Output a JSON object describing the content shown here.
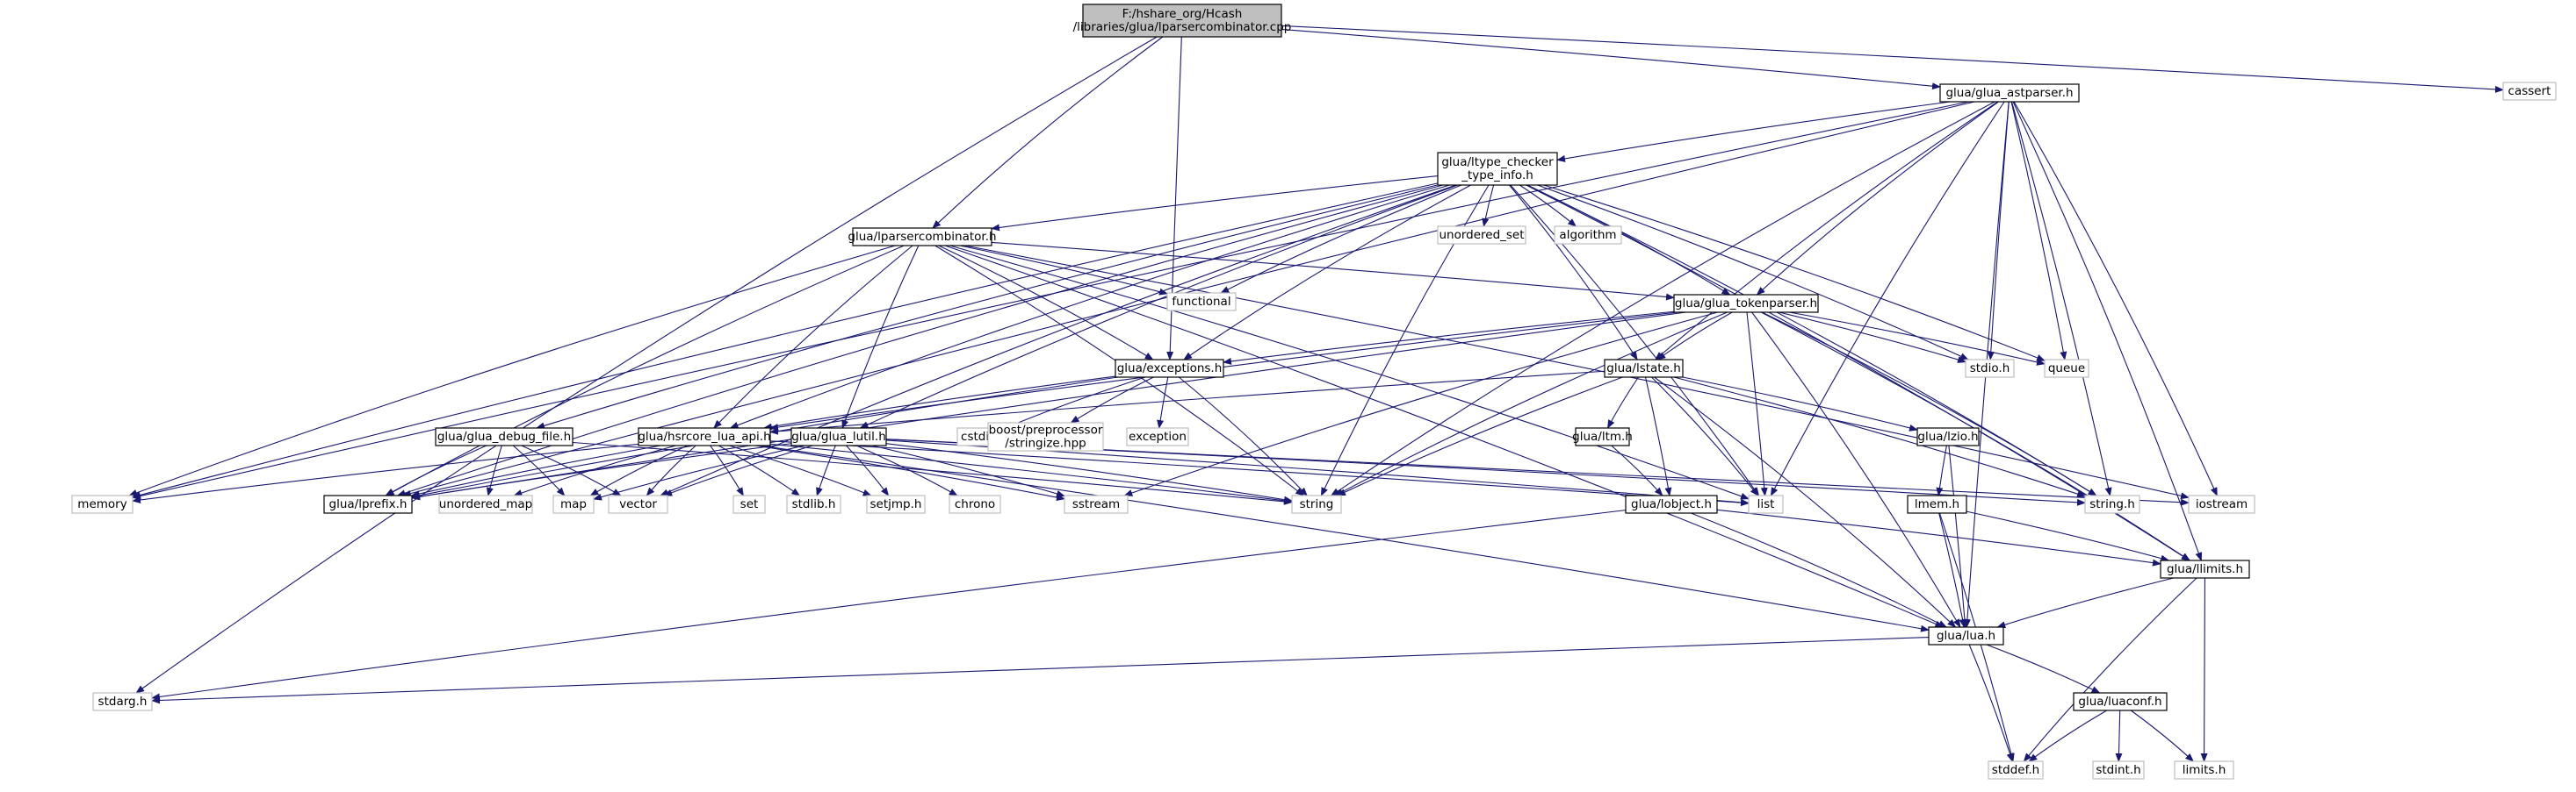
{
  "colors": {
    "edge": "#191970",
    "root_fill": "#bfbfbf",
    "node_border": "#000000",
    "system_border": "#bfbfbf",
    "text": "#000000"
  },
  "nodes": [
    {
      "id": "root",
      "lines": [
        "F:/hshare_org/Hcash",
        "/libraries/glua/lparsercombinator.cpp"
      ],
      "kind": "root"
    },
    {
      "id": "cassert",
      "lines": [
        "cassert"
      ],
      "kind": "system"
    },
    {
      "id": "astparser",
      "lines": [
        "glua/glua_astparser.h"
      ],
      "kind": "file"
    },
    {
      "id": "typechecker",
      "lines": [
        "glua/ltype_checker",
        "_type_info.h"
      ],
      "kind": "file"
    },
    {
      "id": "unordered_set",
      "lines": [
        "unordered_set"
      ],
      "kind": "system"
    },
    {
      "id": "algorithm",
      "lines": [
        "algorithm"
      ],
      "kind": "system"
    },
    {
      "id": "lparsercombinator",
      "lines": [
        "glua/lparsercombinator.h"
      ],
      "kind": "file"
    },
    {
      "id": "functional",
      "lines": [
        "functional"
      ],
      "kind": "system"
    },
    {
      "id": "tokenparser",
      "lines": [
        "glua/glua_tokenparser.h"
      ],
      "kind": "file"
    },
    {
      "id": "exceptions",
      "lines": [
        "glua/exceptions.h"
      ],
      "kind": "file"
    },
    {
      "id": "lstate",
      "lines": [
        "glua/lstate.h"
      ],
      "kind": "file"
    },
    {
      "id": "stdio",
      "lines": [
        "stdio.h"
      ],
      "kind": "system"
    },
    {
      "id": "queue",
      "lines": [
        "queue"
      ],
      "kind": "system"
    },
    {
      "id": "cstdint",
      "lines": [
        "cstdint"
      ],
      "kind": "system"
    },
    {
      "id": "boostpp",
      "lines": [
        "boost/preprocessor",
        "/stringize.hpp"
      ],
      "kind": "system"
    },
    {
      "id": "exception",
      "lines": [
        "exception"
      ],
      "kind": "system"
    },
    {
      "id": "debugfile",
      "lines": [
        "glua/glua_debug_file.h"
      ],
      "kind": "file"
    },
    {
      "id": "hsrcore",
      "lines": [
        "glua/hsrcore_lua_api.h"
      ],
      "kind": "file"
    },
    {
      "id": "lutil",
      "lines": [
        "glua/glua_lutil.h"
      ],
      "kind": "file"
    },
    {
      "id": "ltm",
      "lines": [
        "glua/ltm.h"
      ],
      "kind": "file"
    },
    {
      "id": "lzio",
      "lines": [
        "glua/lzio.h"
      ],
      "kind": "file"
    },
    {
      "id": "memory",
      "lines": [
        "memory"
      ],
      "kind": "system"
    },
    {
      "id": "lprefix",
      "lines": [
        "glua/lprefix.h"
      ],
      "kind": "file"
    },
    {
      "id": "unordered_map",
      "lines": [
        "unordered_map"
      ],
      "kind": "system"
    },
    {
      "id": "map",
      "lines": [
        "map"
      ],
      "kind": "system"
    },
    {
      "id": "vector",
      "lines": [
        "vector"
      ],
      "kind": "system"
    },
    {
      "id": "set",
      "lines": [
        "set"
      ],
      "kind": "system"
    },
    {
      "id": "stdlib",
      "lines": [
        "stdlib.h"
      ],
      "kind": "system"
    },
    {
      "id": "setjmp",
      "lines": [
        "setjmp.h"
      ],
      "kind": "system"
    },
    {
      "id": "chrono",
      "lines": [
        "chrono"
      ],
      "kind": "system"
    },
    {
      "id": "sstream",
      "lines": [
        "sstream"
      ],
      "kind": "system"
    },
    {
      "id": "string",
      "lines": [
        "string"
      ],
      "kind": "system"
    },
    {
      "id": "list",
      "lines": [
        "list"
      ],
      "kind": "system"
    },
    {
      "id": "lobject",
      "lines": [
        "glua/lobject.h"
      ],
      "kind": "file"
    },
    {
      "id": "lmem",
      "lines": [
        "lmem.h"
      ],
      "kind": "file"
    },
    {
      "id": "stringh",
      "lines": [
        "string.h"
      ],
      "kind": "system"
    },
    {
      "id": "iostream",
      "lines": [
        "iostream"
      ],
      "kind": "system"
    },
    {
      "id": "llimits",
      "lines": [
        "glua/llimits.h"
      ],
      "kind": "file"
    },
    {
      "id": "luah",
      "lines": [
        "glua/lua.h"
      ],
      "kind": "file"
    },
    {
      "id": "stdarg",
      "lines": [
        "stdarg.h"
      ],
      "kind": "system"
    },
    {
      "id": "luaconf",
      "lines": [
        "glua/luaconf.h"
      ],
      "kind": "file"
    },
    {
      "id": "stddef",
      "lines": [
        "stddef.h"
      ],
      "kind": "system"
    },
    {
      "id": "stdint",
      "lines": [
        "stdint.h"
      ],
      "kind": "system"
    },
    {
      "id": "limits",
      "lines": [
        "limits.h"
      ],
      "kind": "system"
    }
  ],
  "edges": [
    [
      "root",
      "cassert"
    ],
    [
      "root",
      "astparser"
    ],
    [
      "root",
      "lparsercombinator"
    ],
    [
      "root",
      "exceptions"
    ],
    [
      "root",
      "stdarg"
    ],
    [
      "astparser",
      "typechecker"
    ],
    [
      "astparser",
      "tokenparser"
    ],
    [
      "astparser",
      "lstate"
    ],
    [
      "astparser",
      "stdio"
    ],
    [
      "astparser",
      "queue"
    ],
    [
      "astparser",
      "memory"
    ],
    [
      "astparser",
      "lprefix"
    ],
    [
      "astparser",
      "string"
    ],
    [
      "astparser",
      "list"
    ],
    [
      "astparser",
      "stringh"
    ],
    [
      "astparser",
      "iostream"
    ],
    [
      "astparser",
      "llimits"
    ],
    [
      "astparser",
      "luah"
    ],
    [
      "typechecker",
      "unordered_set"
    ],
    [
      "typechecker",
      "algorithm"
    ],
    [
      "typechecker",
      "lparsercombinator"
    ],
    [
      "typechecker",
      "functional"
    ],
    [
      "typechecker",
      "tokenparser"
    ],
    [
      "typechecker",
      "exceptions"
    ],
    [
      "typechecker",
      "lstate"
    ],
    [
      "typechecker",
      "stdio"
    ],
    [
      "typechecker",
      "queue"
    ],
    [
      "typechecker",
      "hsrcore"
    ],
    [
      "typechecker",
      "lutil"
    ],
    [
      "typechecker",
      "debugfile"
    ],
    [
      "typechecker",
      "memory"
    ],
    [
      "typechecker",
      "lprefix"
    ],
    [
      "typechecker",
      "vector"
    ],
    [
      "typechecker",
      "string"
    ],
    [
      "typechecker",
      "list"
    ],
    [
      "typechecker",
      "stringh"
    ],
    [
      "typechecker",
      "llimits"
    ],
    [
      "lparsercombinator",
      "functional"
    ],
    [
      "lparsercombinator",
      "tokenparser"
    ],
    [
      "lparsercombinator",
      "exceptions"
    ],
    [
      "lparsercombinator",
      "hsrcore"
    ],
    [
      "lparsercombinator",
      "lutil"
    ],
    [
      "lparsercombinator",
      "memory"
    ],
    [
      "lparsercombinator",
      "lprefix"
    ],
    [
      "lparsercombinator",
      "string"
    ],
    [
      "lparsercombinator",
      "list"
    ],
    [
      "lparsercombinator",
      "luah"
    ],
    [
      "lparsercombinator",
      "iostream"
    ],
    [
      "tokenparser",
      "exceptions"
    ],
    [
      "tokenparser",
      "lstate"
    ],
    [
      "tokenparser",
      "stdio"
    ],
    [
      "tokenparser",
      "queue"
    ],
    [
      "tokenparser",
      "hsrcore"
    ],
    [
      "tokenparser",
      "lprefix"
    ],
    [
      "tokenparser",
      "string"
    ],
    [
      "tokenparser",
      "list"
    ],
    [
      "tokenparser",
      "sstream"
    ],
    [
      "tokenparser",
      "stringh"
    ],
    [
      "tokenparser",
      "luah"
    ],
    [
      "tokenparser",
      "llimits"
    ],
    [
      "exceptions",
      "cstdint"
    ],
    [
      "exceptions",
      "boostpp"
    ],
    [
      "exceptions",
      "exception"
    ],
    [
      "exceptions",
      "string"
    ],
    [
      "exceptions",
      "hsrcore"
    ],
    [
      "exceptions",
      "lprefix"
    ],
    [
      "lstate",
      "ltm"
    ],
    [
      "lstate",
      "lzio"
    ],
    [
      "lstate",
      "lobject"
    ],
    [
      "lstate",
      "luah"
    ],
    [
      "lstate",
      "hsrcore"
    ],
    [
      "lstate",
      "string"
    ],
    [
      "lstate",
      "list"
    ],
    [
      "lstate",
      "stringh"
    ],
    [
      "debugfile",
      "lprefix"
    ],
    [
      "debugfile",
      "unordered_map"
    ],
    [
      "debugfile",
      "map"
    ],
    [
      "debugfile",
      "vector"
    ],
    [
      "debugfile",
      "string"
    ],
    [
      "hsrcore",
      "memory"
    ],
    [
      "hsrcore",
      "lprefix"
    ],
    [
      "hsrcore",
      "unordered_map"
    ],
    [
      "hsrcore",
      "map"
    ],
    [
      "hsrcore",
      "vector"
    ],
    [
      "hsrcore",
      "set"
    ],
    [
      "hsrcore",
      "stdlib"
    ],
    [
      "hsrcore",
      "setjmp"
    ],
    [
      "hsrcore",
      "sstream"
    ],
    [
      "hsrcore",
      "string"
    ],
    [
      "hsrcore",
      "list"
    ],
    [
      "hsrcore",
      "luah"
    ],
    [
      "lutil",
      "vector"
    ],
    [
      "lutil",
      "map"
    ],
    [
      "lutil",
      "stdlib"
    ],
    [
      "lutil",
      "setjmp"
    ],
    [
      "lutil",
      "chrono"
    ],
    [
      "lutil",
      "sstream"
    ],
    [
      "lutil",
      "string"
    ],
    [
      "lutil",
      "list"
    ],
    [
      "lutil",
      "stringh"
    ],
    [
      "lutil",
      "iostream"
    ],
    [
      "lutil",
      "lprefix"
    ],
    [
      "ltm",
      "lobject"
    ],
    [
      "lzio",
      "lmem"
    ],
    [
      "lzio",
      "luah"
    ],
    [
      "lobject",
      "llimits"
    ],
    [
      "lobject",
      "luah"
    ],
    [
      "lobject",
      "stdarg"
    ],
    [
      "lmem",
      "llimits"
    ],
    [
      "lmem",
      "luah"
    ],
    [
      "lmem",
      "stddef"
    ],
    [
      "llimits",
      "luah"
    ],
    [
      "llimits",
      "limits"
    ],
    [
      "llimits",
      "stddef"
    ],
    [
      "luah",
      "stdarg"
    ],
    [
      "luah",
      "stddef"
    ],
    [
      "luah",
      "luaconf"
    ],
    [
      "luaconf",
      "limits"
    ],
    [
      "luaconf",
      "stddef"
    ],
    [
      "luaconf",
      "stdint"
    ]
  ]
}
